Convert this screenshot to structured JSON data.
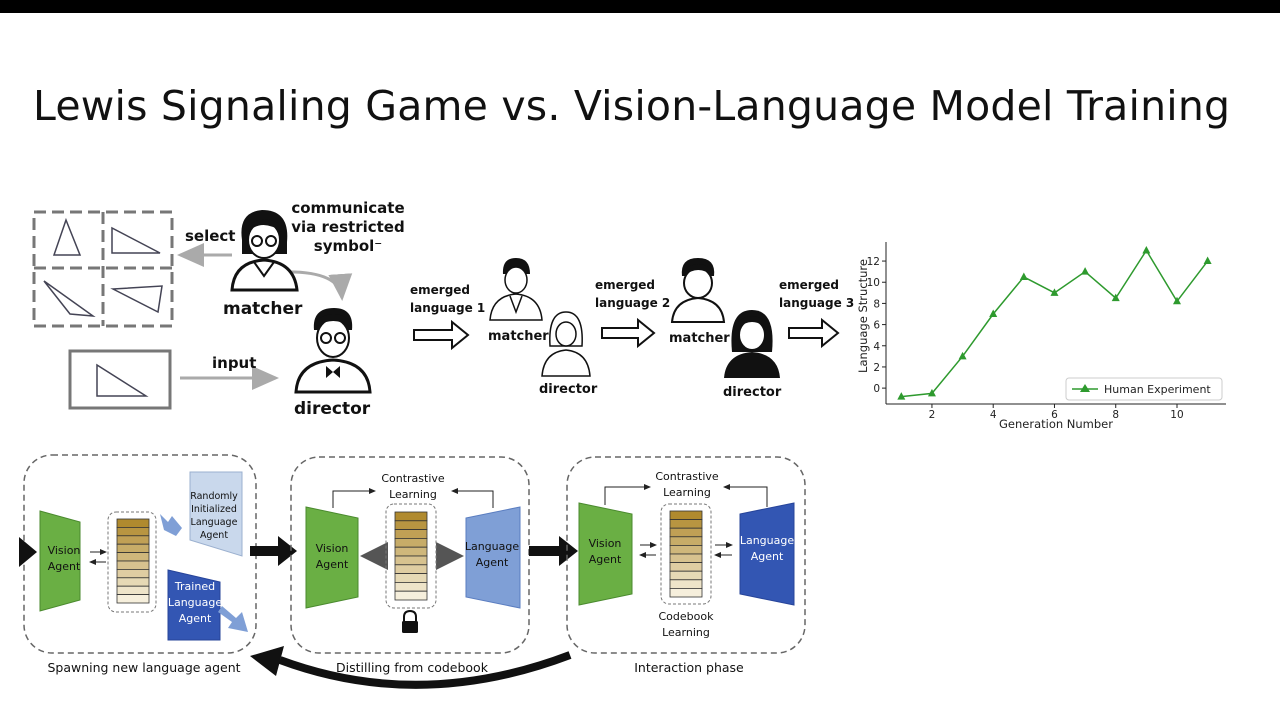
{
  "slide": {
    "title": "Lewis Signaling Game vs. Vision-Language Model Training"
  },
  "lewis_game": {
    "select": "select",
    "communicate_line1": "communicate",
    "communicate_line2": "via restricted",
    "communicate_line3": "symbol⁻",
    "matcher": "matcher",
    "input": "input",
    "director": "director"
  },
  "generations": {
    "emerged1_line1": "emerged",
    "emerged1_line2": "language 1",
    "emerged2_line1": "emerged",
    "emerged2_line2": "language 2",
    "emerged3_line1": "emerged",
    "emerged3_line2": "language 3",
    "matcher1": "matcher",
    "director1": "director",
    "matcher2": "matcher",
    "director2": "director"
  },
  "chart_data": {
    "type": "line",
    "xlabel": "Generation Number",
    "ylabel": "Language Structure",
    "x": [
      1,
      2,
      3,
      4,
      5,
      6,
      7,
      8,
      9,
      10,
      11
    ],
    "series": [
      {
        "name": "Human Experiment",
        "values": [
          -0.8,
          -0.5,
          3,
          7,
          10.5,
          9,
          11,
          8.5,
          13,
          8.2,
          12
        ],
        "color": "#2e9a2e"
      }
    ],
    "xticks": [
      "2",
      "4",
      "6",
      "8",
      "10"
    ],
    "yticks": [
      "0",
      "2",
      "4",
      "6",
      "8",
      "10",
      "12"
    ],
    "xlim": [
      0.5,
      11.6
    ],
    "ylim": [
      -1.5,
      13.8
    ],
    "legend": "bottom-right",
    "grid": false
  },
  "vlm": {
    "panel1": {
      "caption": "Spawning new language agent",
      "vision_l1": "Vision",
      "vision_l2": "Agent",
      "random_l1": "Randomly",
      "random_l2": "Initialized",
      "random_l3": "Language",
      "random_l4": "Agent",
      "trained_l1": "Trained",
      "trained_l2": "Language",
      "trained_l3": "Agent"
    },
    "panel2": {
      "caption": "Distilling from codebook",
      "contrastive_l1": "Contrastive",
      "contrastive_l2": "Learning",
      "vision_l1": "Vision",
      "vision_l2": "Agent",
      "language_l1": "Language",
      "language_l2": "Agent"
    },
    "panel3": {
      "caption": "Interaction phase",
      "contrastive_l1": "Contrastive",
      "contrastive_l2": "Learning",
      "vision_l1": "Vision",
      "vision_l2": "Agent",
      "language_l1": "Language",
      "language_l2": "Agent",
      "codebook_l1": "Codebook",
      "codebook_l2": "Learning"
    },
    "colors": {
      "vision": "#6aaf44",
      "language_light": "#7f9fd6",
      "language_dark": "#3356b3",
      "random_agent": "#c9d8ec",
      "codebook_dark": "#b08a2e",
      "codebook_light": "#f6efdc"
    }
  }
}
